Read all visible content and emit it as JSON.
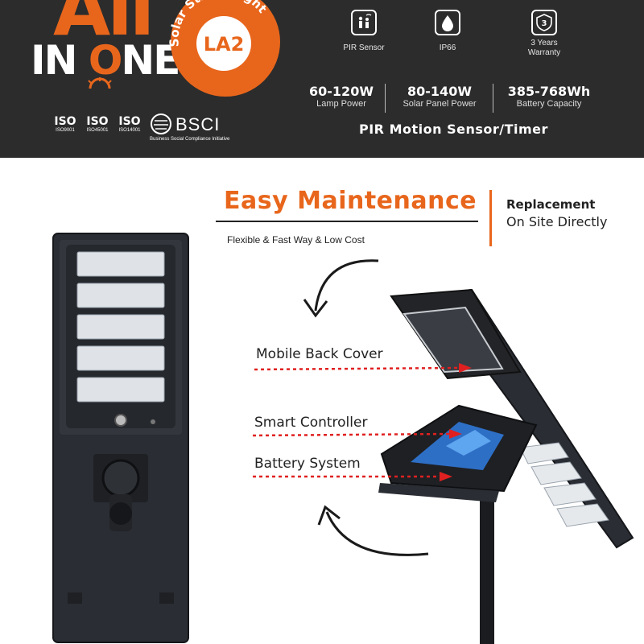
{
  "header": {
    "logo_top": "All",
    "logo_in": "IN ",
    "logo_o": "O",
    "logo_ne": "NE",
    "badge_arc_text": "Solar Street Light",
    "badge_model": "LA2"
  },
  "features": [
    {
      "icon": "pir-sensor-icon",
      "label": "PIR Sensor"
    },
    {
      "icon": "water-drop-icon",
      "label": "IP66"
    },
    {
      "icon": "warranty-shield-icon",
      "label_line1": "3 Years",
      "label_line2": "Warranty",
      "badge_number": "3"
    }
  ],
  "specs": [
    {
      "value": "60-120W",
      "label": "Lamp Power"
    },
    {
      "value": "80-140W",
      "label": "Solar Panel Power"
    },
    {
      "value": "385-768Wh",
      "label": "Battery Capacity"
    }
  ],
  "pir_timer": "PIR Motion Sensor/Timer",
  "certifications": [
    {
      "mark": "ISO",
      "code": "ISO9001"
    },
    {
      "mark": "ISO",
      "code": "ISO45001"
    },
    {
      "mark": "ISO",
      "code": "ISO14001"
    }
  ],
  "bsci": {
    "mark": "BSCI",
    "tagline": "Business Social Compliance Initiative"
  },
  "maintenance": {
    "title": "Easy Maintenance",
    "subtitle": "Flexible & Fast Way & Low Cost",
    "replacement_line1": "Replacement",
    "replacement_line2": "On Site Directly"
  },
  "callouts": {
    "back_cover": "Mobile Back Cover",
    "controller": "Smart Controller",
    "battery": "Battery System"
  },
  "colors": {
    "accent": "#e8661c",
    "header_bg": "#2c2c2c",
    "callout_red": "#e02020"
  }
}
